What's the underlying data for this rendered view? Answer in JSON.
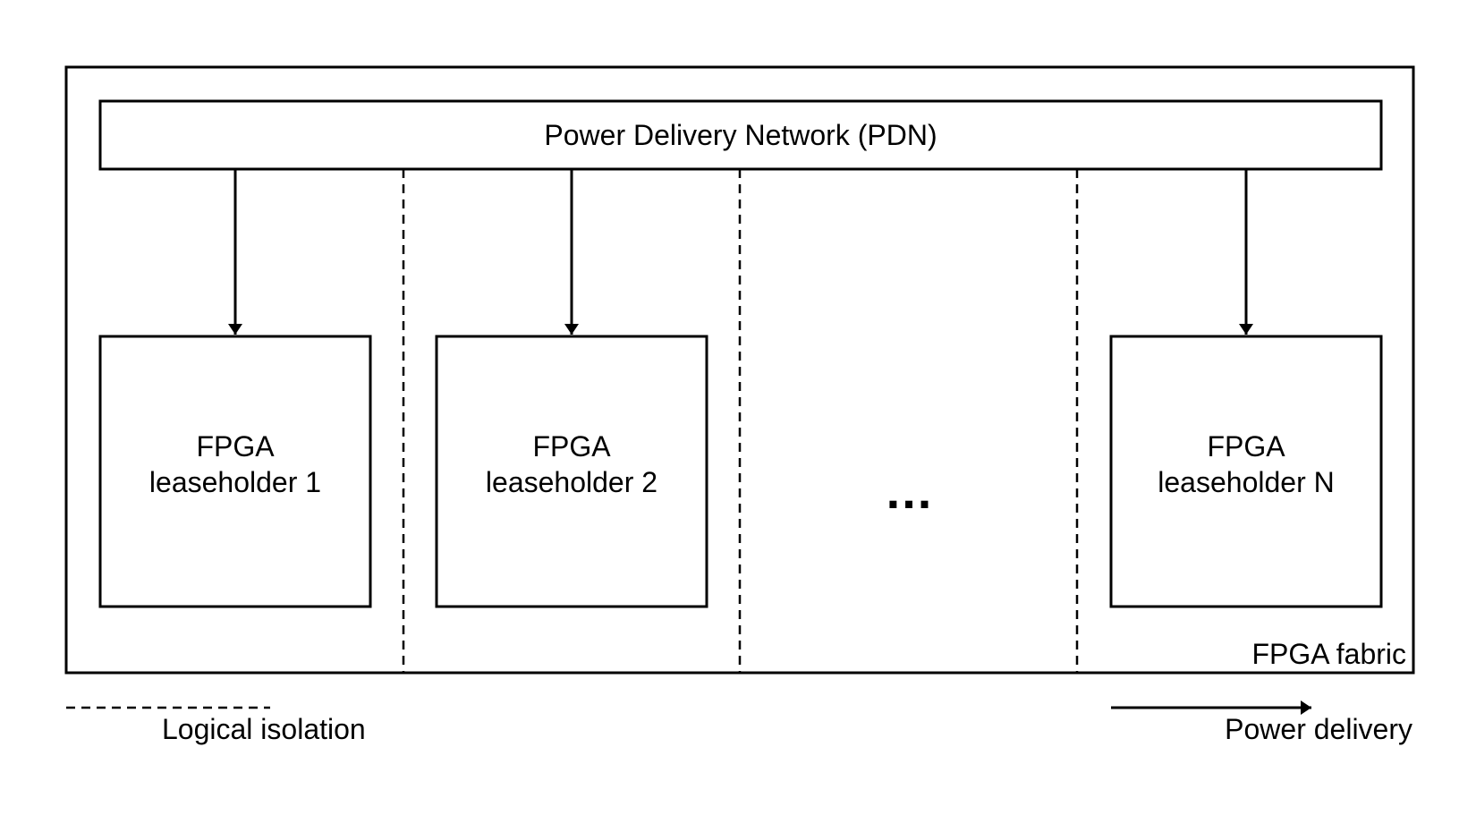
{
  "fabric": {
    "label": "FPGA fabric"
  },
  "pdn": {
    "label": "Power Delivery Network (PDN)"
  },
  "leaseholders": [
    {
      "line1": "FPGA",
      "line2": "leaseholder 1"
    },
    {
      "line1": "FPGA",
      "line2": "leaseholder 2"
    },
    {
      "line1": "FPGA",
      "line2": "leaseholder N"
    }
  ],
  "ellipsis": "...",
  "legend": {
    "isolation_label": "Logical isolation",
    "power_label": "Power delivery"
  },
  "colors": {
    "stroke": "#000000",
    "background": "#ffffff"
  }
}
